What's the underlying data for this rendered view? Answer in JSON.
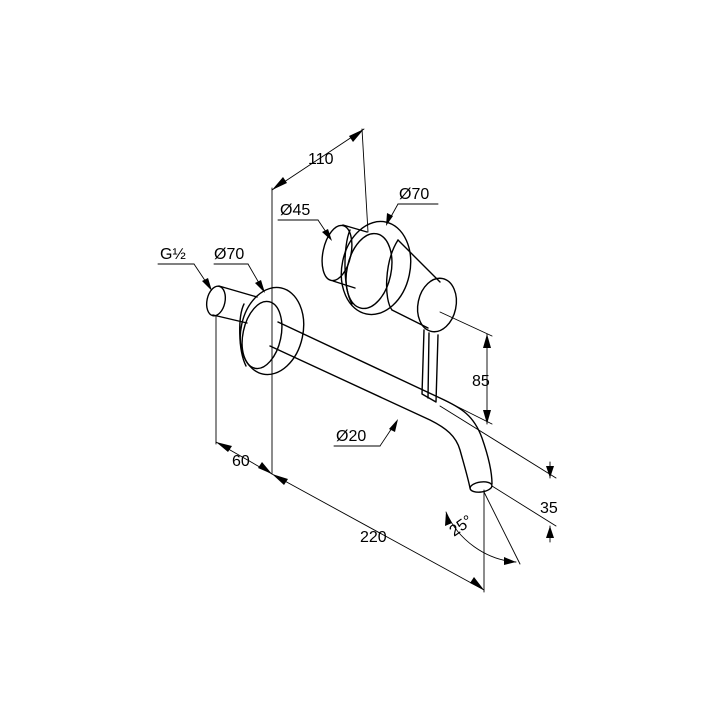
{
  "dimensions": {
    "width_110": "110",
    "dia_45": "Ø45",
    "dia_70_top": "Ø70",
    "thread": "G½",
    "dia_70_left": "Ø70",
    "height_85": "85",
    "dia_20": "Ø20",
    "depth_60": "60",
    "height_35": "35",
    "angle_25": "25°",
    "length_220": "220"
  }
}
